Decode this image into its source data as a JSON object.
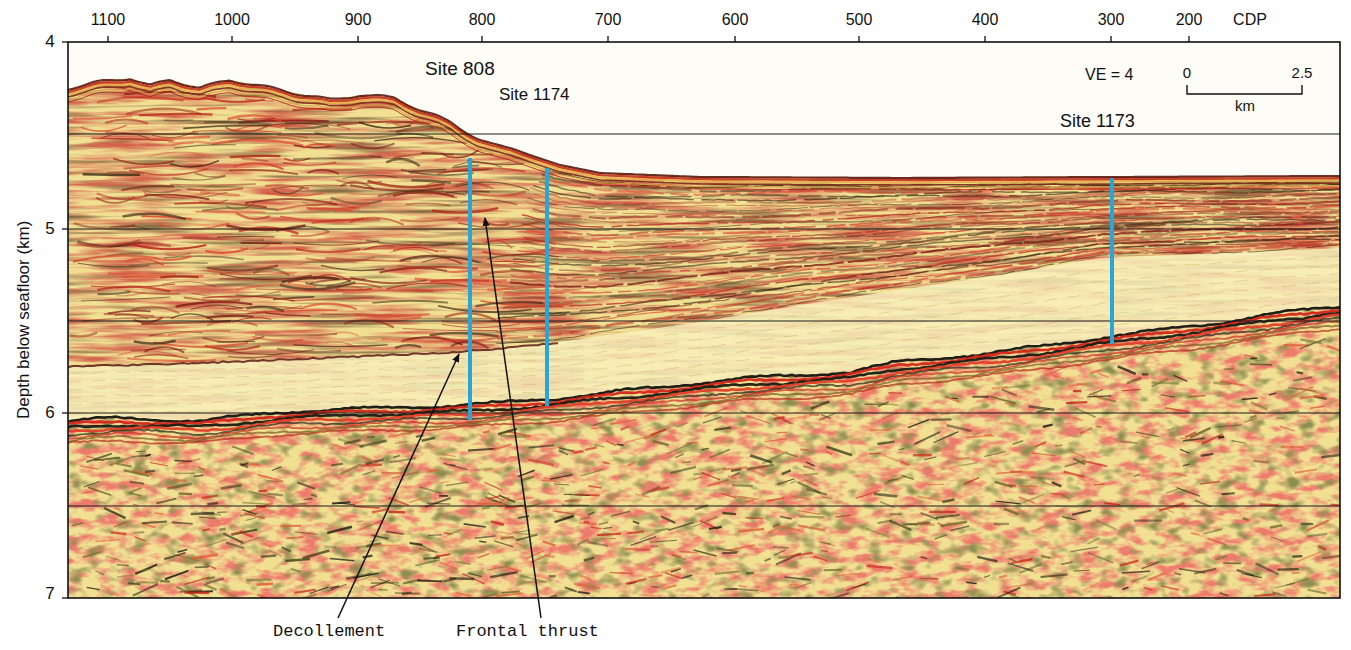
{
  "diagram": {
    "labels": [
      "1100",
      "1000",
      "900",
      "800",
      "700",
      "600",
      "500",
      "400",
      "300",
      "200",
      "CDP",
      "4",
      "5",
      "6",
      "7",
      "Depth below seafloor (km)",
      "VE = 4",
      "0",
      "2.5",
      "km",
      "Site 808",
      "Site 1174",
      "Site 1173",
      "Decollement",
      "Frontal thrust"
    ]
  }
}
